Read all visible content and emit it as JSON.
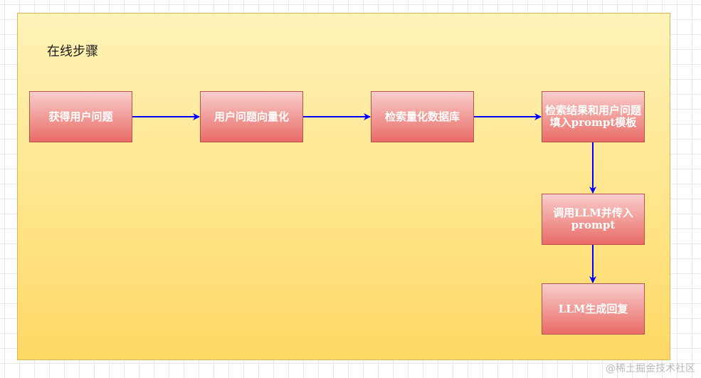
{
  "panel": {
    "title": "在线步骤"
  },
  "steps": [
    {
      "id": "get-question",
      "label": "获得用户问题"
    },
    {
      "id": "vectorize-question",
      "label": "用户问题向量化"
    },
    {
      "id": "search-vector-db",
      "label": "检索量化数据库"
    },
    {
      "id": "fill-prompt-template",
      "label": "检索结果和用户问题填入prompt模板"
    },
    {
      "id": "call-llm",
      "label": "调用LLM并传入prompt"
    },
    {
      "id": "llm-reply",
      "label": "LLM生成回复"
    }
  ],
  "watermark": "@稀土掘金技术社区",
  "colors": {
    "panel_fill_top": "#fff3b8",
    "panel_fill_bottom": "#ffd966",
    "panel_border": "#d6b656",
    "step_fill_top": "#f8cecc",
    "step_fill_bottom": "#ea6b66",
    "step_border": "#b85450",
    "arrow": "#0000ff"
  }
}
